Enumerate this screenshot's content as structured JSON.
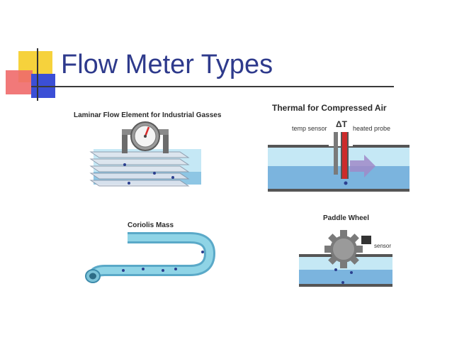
{
  "slide": {
    "title": "Flow Meter Types"
  },
  "panels": {
    "laminar": {
      "caption": "Laminar Flow Element for Industrial Gasses"
    },
    "thermal": {
      "caption": "Thermal for Compressed Air",
      "temp_label": "temp sensor",
      "delta_label": "ΔT",
      "probe_label": "heated probe"
    },
    "coriolis": {
      "caption": "Coriolis Mass"
    },
    "paddle": {
      "caption": "Paddle Wheel",
      "sensor_label": "sensor"
    }
  },
  "colors": {
    "title": "#2e3a8c",
    "accent_yellow": "#f6d23c",
    "accent_red": "#e34b4b",
    "accent_blue": "#3b4fd6",
    "pipe_light": "#bfe3f2",
    "pipe_dark": "#6fa9d8"
  }
}
